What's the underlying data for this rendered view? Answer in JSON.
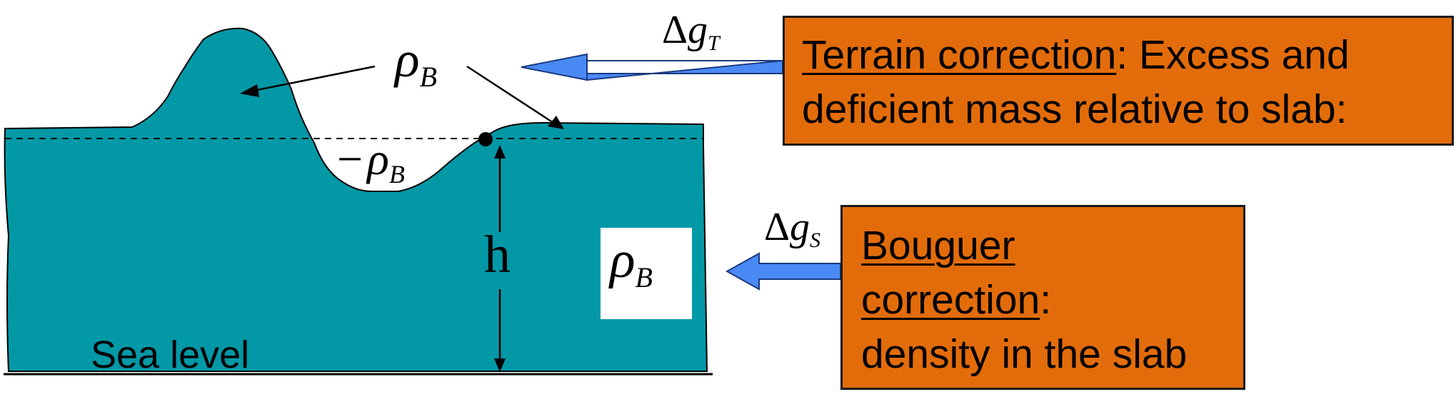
{
  "figure": {
    "terrain_box": {
      "title": "Terrain correction",
      "text": ": Excess and deficient mass relative to slab:"
    },
    "bouguer_box": {
      "title_line1": "Bouguer",
      "title_line2": "correction",
      "title_suffix": ":",
      "text": "density in the slab"
    },
    "labels": {
      "rho": "ρ",
      "rho_sub": "B",
      "minus": "−",
      "h": "h",
      "sea_level": "Sea level",
      "delta": "Δ",
      "g": "g",
      "sub_T": "T",
      "sub_S": "S"
    },
    "colors": {
      "terrain_fill": "#0398A6",
      "box_fill": "#E36C0A",
      "arrow_blue": "#4A8AF4",
      "white": "#FFFFFF"
    }
  }
}
